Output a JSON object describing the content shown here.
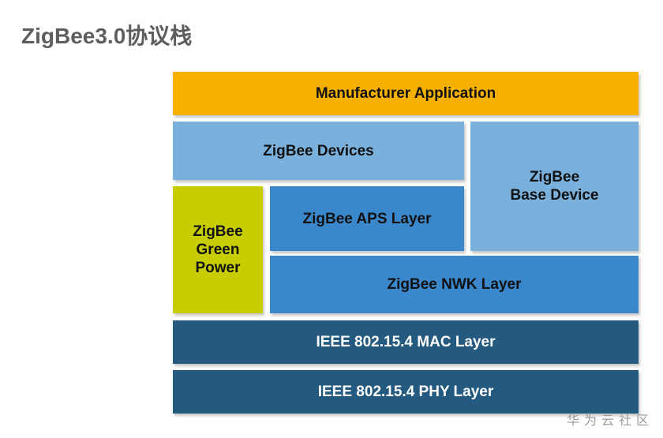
{
  "title": "ZigBee3.0协议栈",
  "stack": {
    "manufacturer_application": "Manufacturer Application",
    "zigbee_devices": "ZigBee Devices",
    "base_device": {
      "line1": "ZigBee",
      "line2": "Base Device"
    },
    "green_power": {
      "line1": "ZigBee",
      "line2": "Green",
      "line3": "Power"
    },
    "aps_layer": "ZigBee APS Layer",
    "nwk_layer": "ZigBee NWK Layer",
    "mac_layer": "IEEE 802.15.4 MAC Layer",
    "phy_layer": "IEEE 802.15.4 PHY Layer"
  },
  "watermark": "华为云社区",
  "colors": {
    "application": "#f5b000",
    "devices": "#7ab0dc",
    "green_power": "#c8cd00",
    "aps_nwk": "#3b87cc",
    "mac_phy": "#245a80",
    "title_text": "#5e5e5e"
  }
}
